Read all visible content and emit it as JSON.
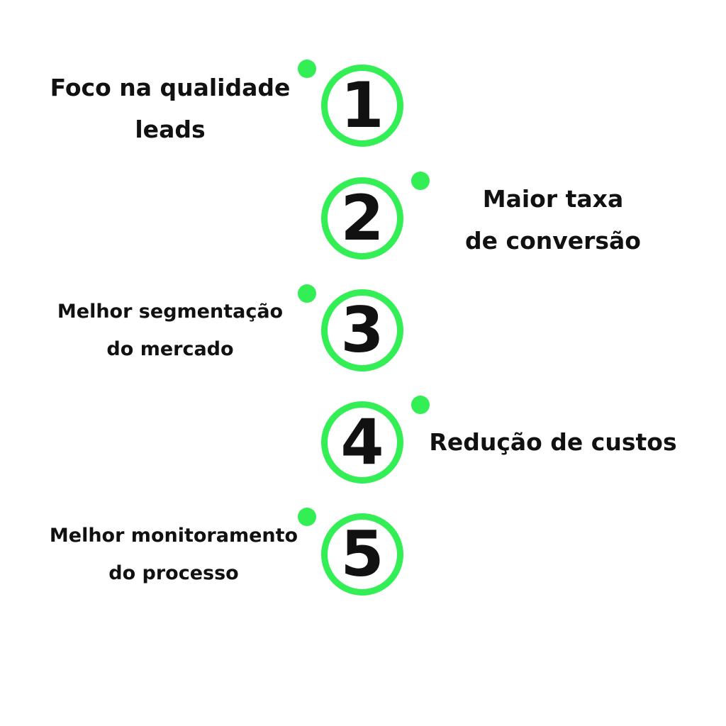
{
  "steps": [
    {
      "number": "1",
      "label_lines": [
        "Foco na qualidade",
        "leads"
      ]
    },
    {
      "number": "2",
      "label_lines": [
        "Maior taxa",
        "de conversão"
      ]
    },
    {
      "number": "3",
      "label_lines": [
        "Melhor segmentação",
        "do mercado"
      ]
    },
    {
      "number": "4",
      "label_lines": [
        "Redução de custos"
      ]
    },
    {
      "number": "5",
      "label_lines": [
        "Melhor monitoramento",
        "do processo"
      ]
    }
  ],
  "colors": {
    "accent": "#33ee55",
    "text": "#111111",
    "background": "#ffffff"
  }
}
